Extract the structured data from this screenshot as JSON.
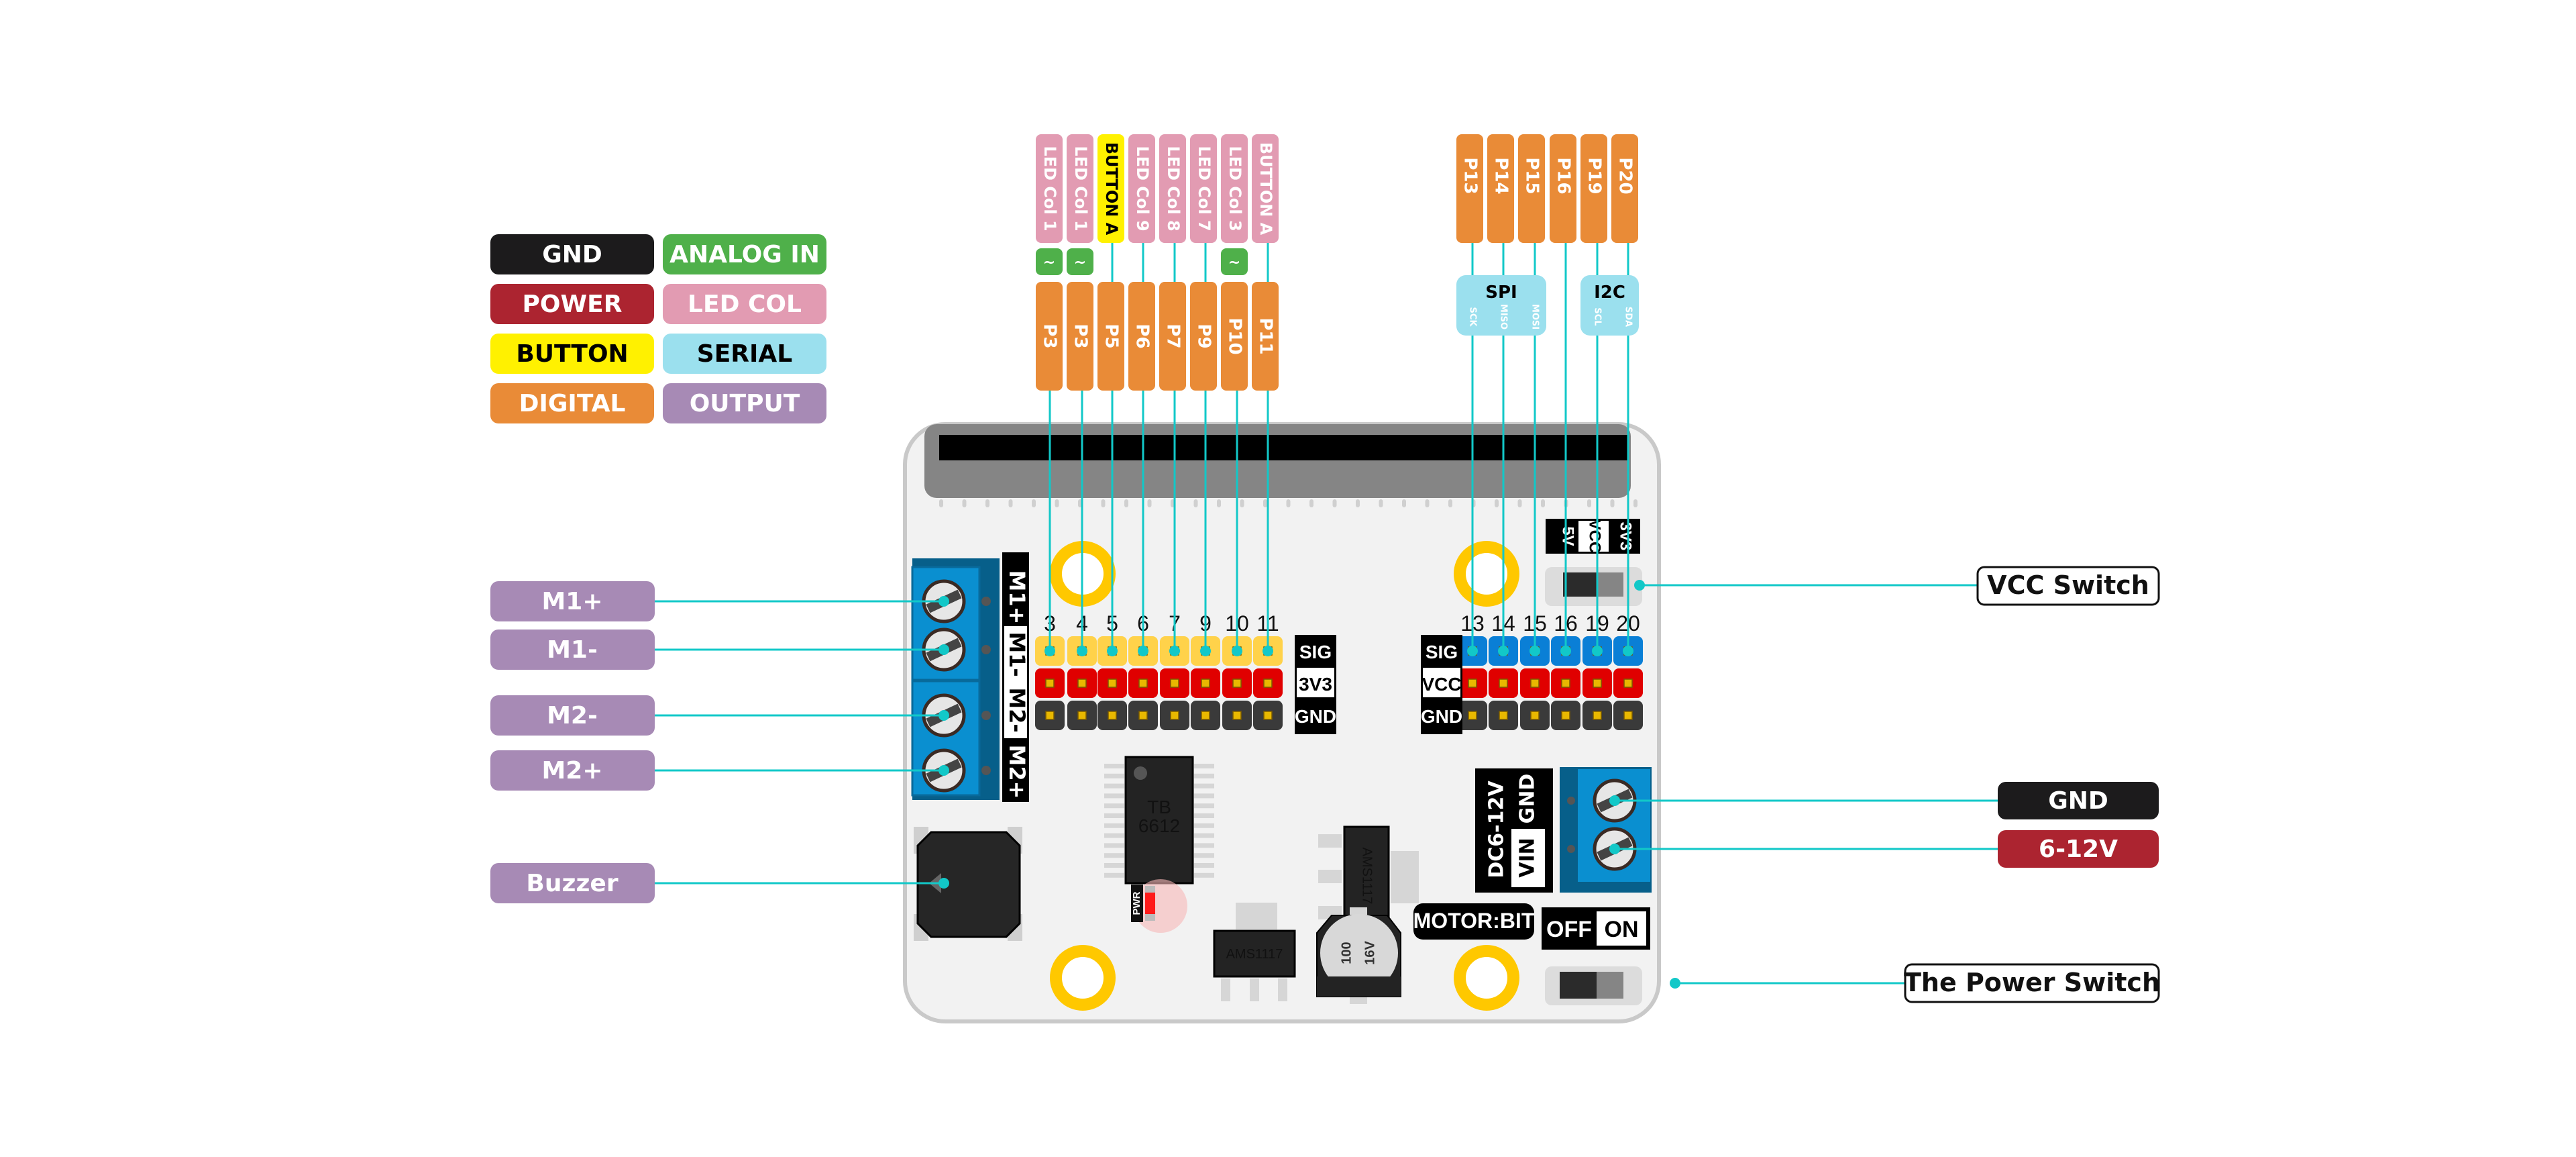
{
  "legend": [
    {
      "label": "GND",
      "color": "#1c1b1c",
      "text_color": "#ffffff"
    },
    {
      "label": "ANALOG IN",
      "color": "#4fb04a",
      "text_color": "#ffffff"
    },
    {
      "label": "POWER",
      "color": "#ac2430",
      "text_color": "#ffffff"
    },
    {
      "label": "LED COL",
      "color": "#e29bb2",
      "text_color": "#ffffff"
    },
    {
      "label": "BUTTON",
      "color": "#fff100",
      "text_color": "#000000"
    },
    {
      "label": "SERIAL",
      "color": "#9be0ee",
      "text_color": "#000000"
    },
    {
      "label": "DIGITAL",
      "color": "#e98b37",
      "text_color": "#ffffff"
    },
    {
      "label": "OUTPUT",
      "color": "#a78ab5",
      "text_color": "#ffffff"
    }
  ],
  "colors": {
    "leader_line": "#12c8c8",
    "board": "#f2f2f2",
    "terminal_blue": "#0a8fd0",
    "gold_ring": "#ffc800",
    "sig_yellow": "#ffd24a",
    "sig_blue": "#0a7fd6",
    "vcc_red": "#e00000",
    "gnd_dark": "#3a3a3a"
  },
  "left_header": {
    "top_labels": [
      {
        "text": "LED Col 1",
        "type": "LED COL"
      },
      {
        "text": "LED Col 1",
        "type": "LED COL"
      },
      {
        "text": "BUTTON A",
        "type": "BUTTON"
      },
      {
        "text": "LED Col 9",
        "type": "LED COL"
      },
      {
        "text": "LED Col 8",
        "type": "LED COL"
      },
      {
        "text": "LED Col 7",
        "type": "LED COL"
      },
      {
        "text": "LED Col 3",
        "type": "LED COL"
      },
      {
        "text": "BUTTON A",
        "type": "LED COL"
      }
    ],
    "analog_flags": [
      true,
      true,
      false,
      false,
      false,
      false,
      true,
      false
    ],
    "analog_symbol": "~",
    "pin_labels": [
      "P3",
      "P3",
      "P5",
      "P6",
      "P7",
      "P9",
      "P10",
      "P11"
    ],
    "pin_numbers": [
      "3",
      "4",
      "5",
      "6",
      "7",
      "9",
      "10",
      "11"
    ],
    "row_labels": [
      "SIG",
      "3V3",
      "GND"
    ]
  },
  "right_header": {
    "pin_labels": [
      "P13",
      "P14",
      "P15",
      "P16",
      "P19",
      "P20"
    ],
    "pin_numbers": [
      "13",
      "14",
      "15",
      "16",
      "19",
      "20"
    ],
    "row_labels": [
      "SIG",
      "VCC",
      "GND"
    ],
    "spi": {
      "title": "SPI",
      "signals": [
        "SCK",
        "MISO",
        "MOSI"
      ]
    },
    "i2c": {
      "title": "I2C",
      "signals": [
        "SCL",
        "SDA"
      ]
    }
  },
  "motor_terminal_labels": [
    "M1+",
    "M1-",
    "M2-",
    "M2+"
  ],
  "left_callouts": [
    {
      "label": "M1+",
      "type": "OUTPUT"
    },
    {
      "label": "M1-",
      "type": "OUTPUT"
    },
    {
      "label": "M2-",
      "type": "OUTPUT"
    },
    {
      "label": "M2+",
      "type": "OUTPUT"
    },
    {
      "label": "Buzzer",
      "type": "OUTPUT"
    }
  ],
  "right_callouts": {
    "vcc_switch": "VCC Switch",
    "gnd": "GND",
    "vin": "6-12V",
    "power_switch": "The Power Switch"
  },
  "board": {
    "vcc_select": [
      "5V",
      "VCC",
      "3V3"
    ],
    "chip_driver": [
      "TB",
      "6612"
    ],
    "regulator": "AMS1117",
    "regulator_vertical": "AMS1117",
    "capacitor": [
      "100",
      "16V"
    ],
    "pwr_led": "PWR",
    "power_input": {
      "range": "DC6-12V",
      "vin": "VIN",
      "gnd": "GND"
    },
    "brand": "MOTOR:BIT",
    "switch_labels": [
      "OFF",
      "ON"
    ]
  }
}
